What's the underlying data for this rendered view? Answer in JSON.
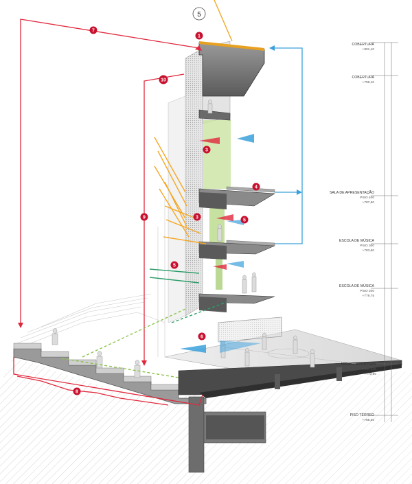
{
  "diagram": {
    "reference_number": "5",
    "badges": [
      {
        "id": "b1",
        "label": "1"
      },
      {
        "id": "b3a",
        "label": "3"
      },
      {
        "id": "b3b",
        "label": "3"
      },
      {
        "id": "b4",
        "label": "4"
      },
      {
        "id": "b5a",
        "label": "5"
      },
      {
        "id": "b5b",
        "label": "5"
      },
      {
        "id": "b6",
        "label": "6"
      },
      {
        "id": "b7",
        "label": "7"
      },
      {
        "id": "b8",
        "label": "8"
      },
      {
        "id": "b9",
        "label": "9"
      },
      {
        "id": "b10",
        "label": "10"
      }
    ],
    "levels": [
      {
        "title": "COBERTURA",
        "sub": "+801,10"
      },
      {
        "title": "COBERTURA",
        "sub": "+798,10"
      },
      {
        "title": "SALA DE APRESENTAÇÃO",
        "sub": "PISO 400",
        "sub2": "+787,60"
      },
      {
        "title": "ESCOLA DE MÚSICA",
        "sub": "PISO 300",
        "sub2": "+783,60"
      },
      {
        "title": "ESCOLA DE MÚSICA",
        "sub": "PISO 200",
        "sub2": "+779,75"
      },
      {
        "title": "ÁREAS DEPORTIVAS",
        "sub": "PISO 100",
        "sub2": "+773,90"
      },
      {
        "title": "PISO TÉRREO",
        "sub": "+768,30"
      }
    ],
    "colors": {
      "red": "#e0283c",
      "blue": "#3aa0dc",
      "orange": "#f5a623",
      "green": "#2e9e6a",
      "roof": "#e8a020",
      "concrete": "#6a6a6a",
      "slab": "#5a5a5a"
    }
  }
}
